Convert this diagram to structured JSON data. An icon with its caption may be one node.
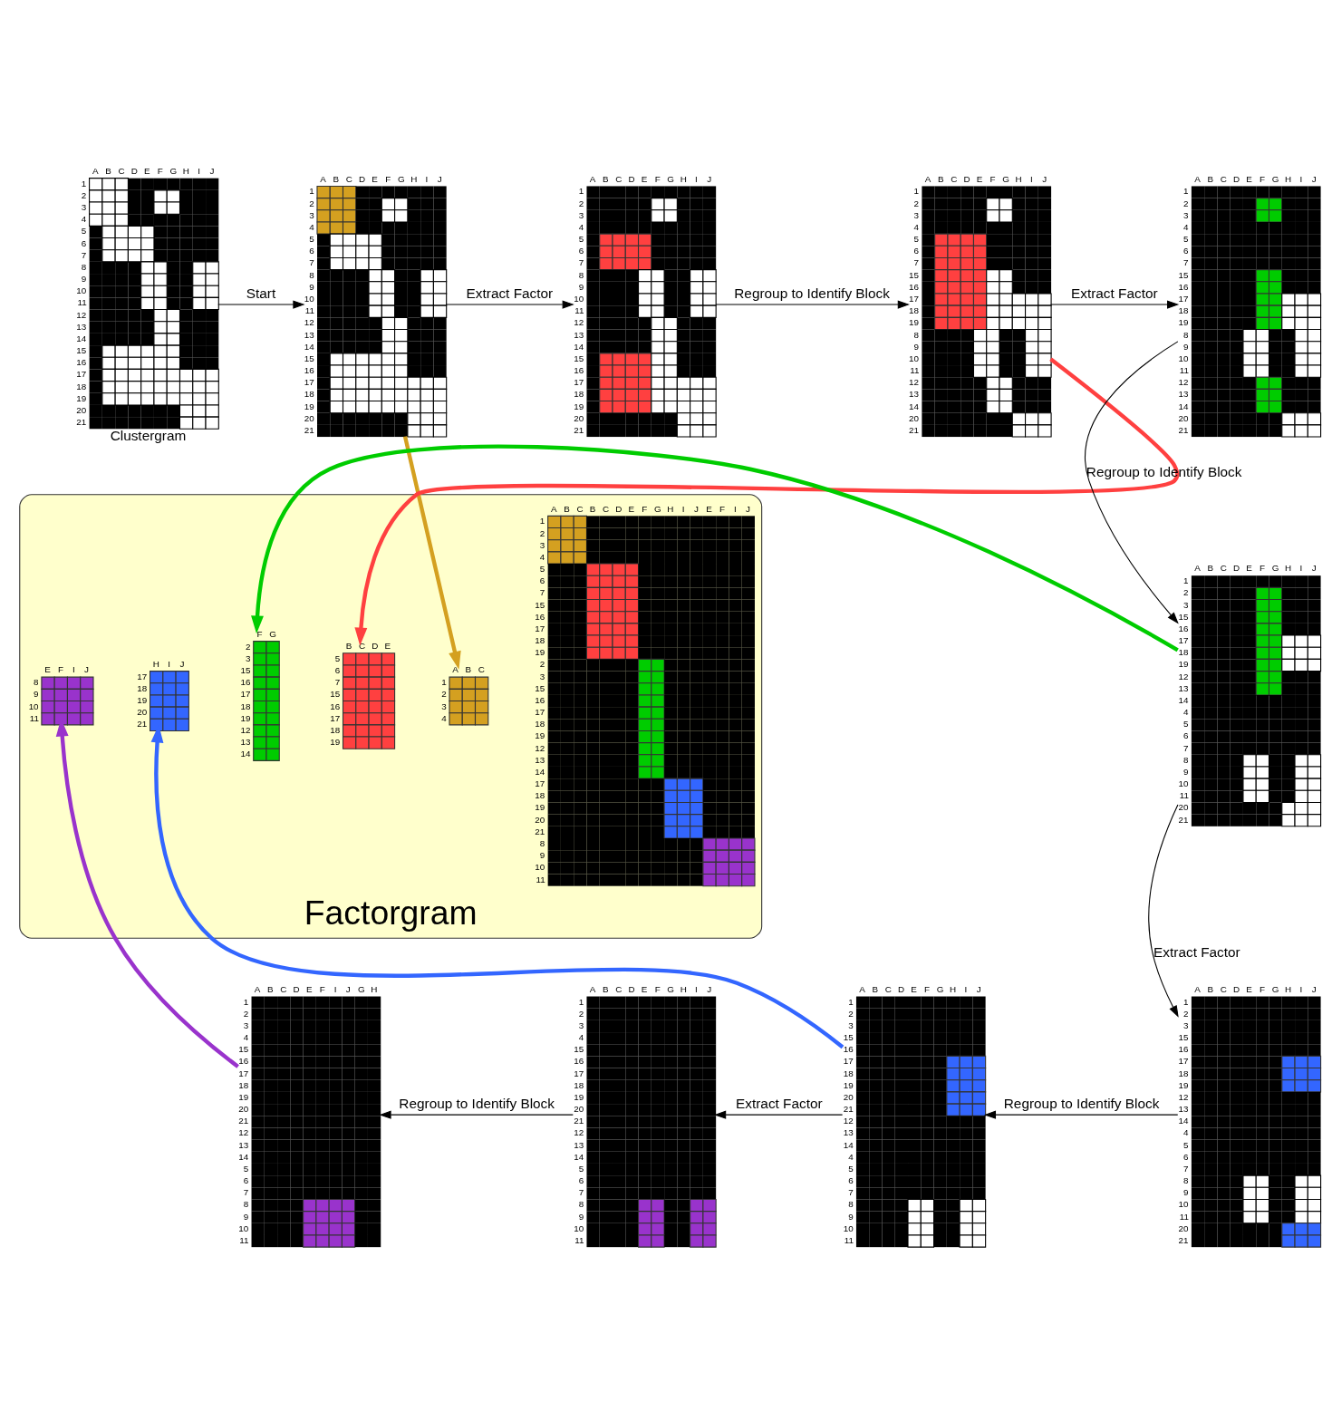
{
  "diagram": {
    "nodes": [
      {
        "text": [
          "A B C D E F G H I J",
          "1 2 3 4 5 6 7 8 9 10 11 12 13 14 15 16 17 18 19 20 21"
        ],
        "beside": [
          "Clustergram"
        ]
      },
      {
        "text": [
          "A B C D E F G H I J",
          "1 2 3 4 5 6 7 8 9 10 11 12 13 14 15 16 17 18 19 20 21"
        ]
      },
      {
        "text": [
          "A B C D E F G H I J",
          "1 2 3 4 5 6 7 8 9 10 11 12 13 14 15 16 17 18 19 20 21"
        ]
      },
      {
        "text": [
          "A B C D E F G H I J",
          "1 2 3 4 5 6 7 15 16 17 18 19 8 9 10 11 12 13 14 20 21"
        ]
      },
      {
        "text": [
          "A B C D E F G H I J",
          "1 2 3 4 5 6 7 15 16 17 18 19 8 9 10 11 12 13 14 20 21"
        ]
      },
      {
        "text": [
          "Factorgram"
        ]
      },
      {
        "text": [
          "A B C B C D E F G H I J E F I J",
          "1 2 3 4 5 6 7 15 16 17 18 19 2 3 15 16 17 18 19 12 13 14 17 18 19 20 21 8 9 10 11"
        ],
        "in": 5
      },
      {
        "text": [
          "A B C",
          "1 2 3 4"
        ],
        "in": 5
      },
      {
        "text": [
          "B C D E",
          "5 6 7 15 16 17 18 19"
        ],
        "in": 5
      },
      {
        "text": [
          "F G",
          "2 3 15 16 17 18 19 12 13 14"
        ],
        "in": 5
      },
      {
        "text": [
          "H I J",
          "17 18 19 20 21"
        ],
        "in": 5
      },
      {
        "text": [
          "E F I J",
          "8 9 10 11"
        ],
        "in": 5
      },
      {
        "text": [
          "A B C D E F G H I J",
          "1 2 3 15 16 17 18 19 12 13 14 4 5 6 7 8 9 10 11 20 21"
        ]
      },
      {
        "text": [
          "A B C D E F I J G H",
          "1 2 3 4 15 16 17 18 19 20 21 12 13 14 5 6 7 8 9 10 11"
        ]
      },
      {
        "text": [
          "A B C D E F G H I J",
          "1 2 3 4 15 16 17 18 19 20 21 12 13 14 5 6 7 8 9 10 11"
        ]
      },
      {
        "text": [
          "A B C D E F G H I J",
          "1 2 3 15 16 17 18 19 20 21 12 13 14 4 5 6 7 8 9 10 11"
        ]
      },
      {
        "text": [
          "A B C D E F G H I J",
          "1 2 3 15 16 17 18 19 12 13 14 4 5 6 7 8 9 10 11 20 21"
        ]
      }
    ],
    "edges": [
      {
        "from": 0,
        "to": 1,
        "arrow": "to",
        "label": "Start"
      },
      {
        "from": 1,
        "to": 2,
        "arrow": "to",
        "label": "Extract Factor"
      },
      {
        "from": 2,
        "to": 3,
        "arrow": "to",
        "label": "Regroup to Identify Block"
      },
      {
        "from": 3,
        "to": 4,
        "arrow": "to",
        "label": "Extract Factor"
      },
      {
        "from": 4,
        "to": 12,
        "arrow": "to",
        "label": "Regroup to Identify Block"
      },
      {
        "from": 12,
        "to": 16,
        "arrow": "to",
        "label": "Extract Factor"
      },
      {
        "from": 16,
        "to": 15,
        "arrow": "to",
        "label": "Regroup to Identify Block"
      },
      {
        "from": 15,
        "to": 14,
        "arrow": "to",
        "label": "Extract Factor"
      },
      {
        "from": 14,
        "to": 13,
        "arrow": "to",
        "label": "Regroup to Identify Block"
      },
      {
        "from": 1,
        "to": 7,
        "arrow": "to",
        "style": "thick",
        "color": "#d4a020"
      },
      {
        "from": 3,
        "to": 8,
        "arrow": "to",
        "style": "thick",
        "color": "#ff4040"
      },
      {
        "from": 12,
        "to": 9,
        "arrow": "to",
        "style": "thick",
        "color": "#00cc00"
      },
      {
        "from": 15,
        "to": 10,
        "arrow": "to",
        "style": "thick",
        "color": "#3366ff"
      },
      {
        "from": 13,
        "to": 11,
        "arrow": "to",
        "style": "thick",
        "color": "#9933cc"
      }
    ]
  }
}
